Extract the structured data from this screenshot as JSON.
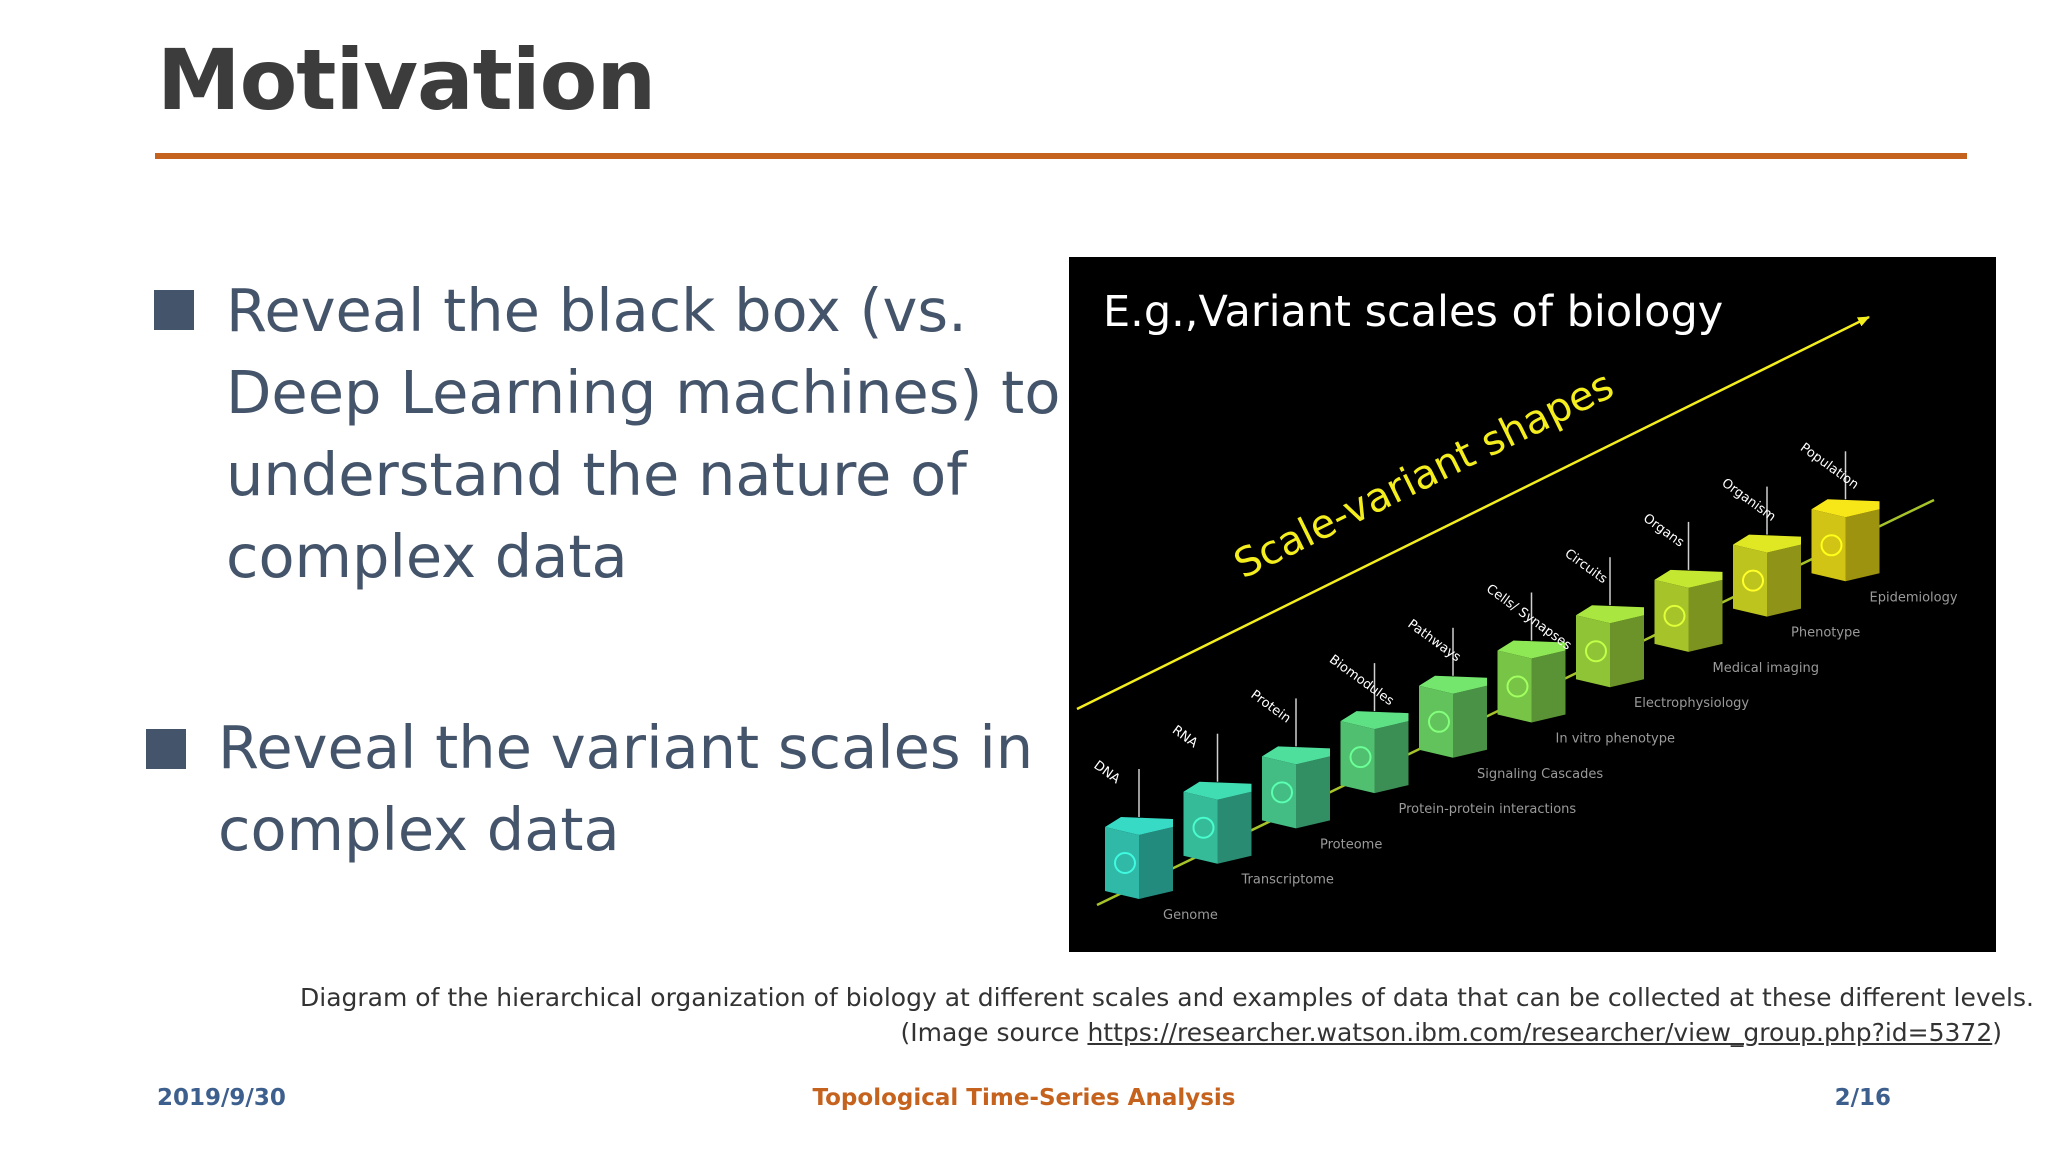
{
  "slide": {
    "title": "Motivation",
    "bullets": [
      "Reveal the black box (vs. Deep Learning machines) to understand the nature of complex data",
      "Reveal the variant scales in complex data"
    ]
  },
  "figure": {
    "label": "E.g.,Variant scales of biology",
    "arrow_label": "Scale-variant shapes",
    "levels": [
      {
        "top": "DNA",
        "bottom": "Genome",
        "color": "#2fb9a6"
      },
      {
        "top": "RNA",
        "bottom": "Transcriptome",
        "color": "#36bb98"
      },
      {
        "top": "Protein",
        "bottom": "Proteome",
        "color": "#43bd84"
      },
      {
        "top": "Biomodules",
        "bottom": "Protein-protein interactions",
        "color": "#50bf70"
      },
      {
        "top": "Pathways",
        "bottom": "Signaling Cascades",
        "color": "#62c25c"
      },
      {
        "top": "Cells/ Synapses",
        "bottom": "In vitro phenotype",
        "color": "#78c447"
      },
      {
        "top": "Circuits",
        "bottom": "Electrophysiology",
        "color": "#8fc436"
      },
      {
        "top": "Organs",
        "bottom": "Medical imaging",
        "color": "#a6c42a"
      },
      {
        "top": "Organism",
        "bottom": "Phenotype",
        "color": "#bec41e"
      },
      {
        "top": "Population",
        "bottom": "Epidemiology",
        "color": "#d2c414"
      }
    ],
    "colors": {
      "arrow": "#f4ee1e",
      "axis": "#a6c42a",
      "label_top": "#ffffff",
      "label_bottom": "#9a9a9a"
    }
  },
  "caption": {
    "line1": "Diagram of the hierarchical organization of biology at different scales and examples of data that can be collected at these different levels.",
    "line2_prefix": "(Image source ",
    "line2_link": "https://researcher.watson.ibm.com/researcher/view_group.php?id=5372",
    "line2_suffix": ")"
  },
  "footer": {
    "date": "2019/9/30",
    "title": "Topological Time-Series Analysis",
    "page": "2/16"
  },
  "colors": {
    "accent": "#c5621e",
    "bullet": "#44546a",
    "footer_blue": "#3d5f8e"
  }
}
